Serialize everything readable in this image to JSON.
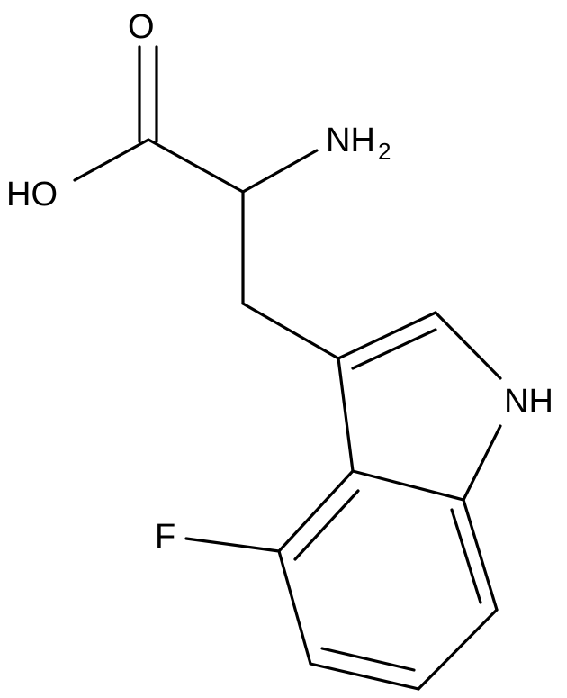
{
  "atoms": {
    "carbonyl_oxygen": "O",
    "hydroxyl": "HO",
    "amine": "NH",
    "amine_subscript": "2",
    "indole_nh": "NH",
    "fluorine": "F"
  },
  "colors": {
    "line": "#000000",
    "background": "#ffffff"
  }
}
